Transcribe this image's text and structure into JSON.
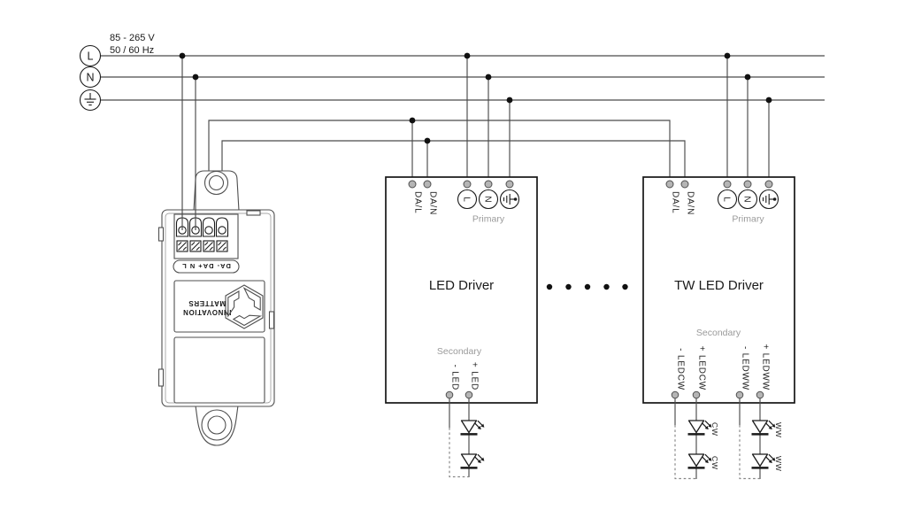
{
  "supply": {
    "voltage": "85 - 265 V",
    "frequency": "50 / 60 Hz",
    "live": "L",
    "neutral": "N"
  },
  "controller": {
    "terminal_strip": "DA- DA+ N L",
    "brand": {
      "line1": "INNOVATION",
      "line2": "MATTERS"
    }
  },
  "drivers": {
    "led": {
      "title": "LED Driver",
      "primary": "Primary",
      "secondary": "Secondary",
      "inputs": {
        "dal": "DA/L",
        "dan": "DA/N",
        "live": "L",
        "neutral": "N"
      },
      "outputs": {
        "minus": "- LED",
        "plus": "+ LED"
      }
    },
    "tw": {
      "title": "TW LED Driver",
      "primary": "Primary",
      "secondary": "Secondary",
      "inputs": {
        "dal": "DA/L",
        "dan": "DA/N",
        "live": "L",
        "neutral": "N"
      },
      "outputs": {
        "minus_cw": "- LEDCW",
        "plus_cw": "+ LEDCW",
        "minus_ww": "- LEDWW",
        "plus_ww": "+ LEDWW"
      },
      "channels": {
        "cw": "CW",
        "ww": "WW"
      }
    }
  }
}
